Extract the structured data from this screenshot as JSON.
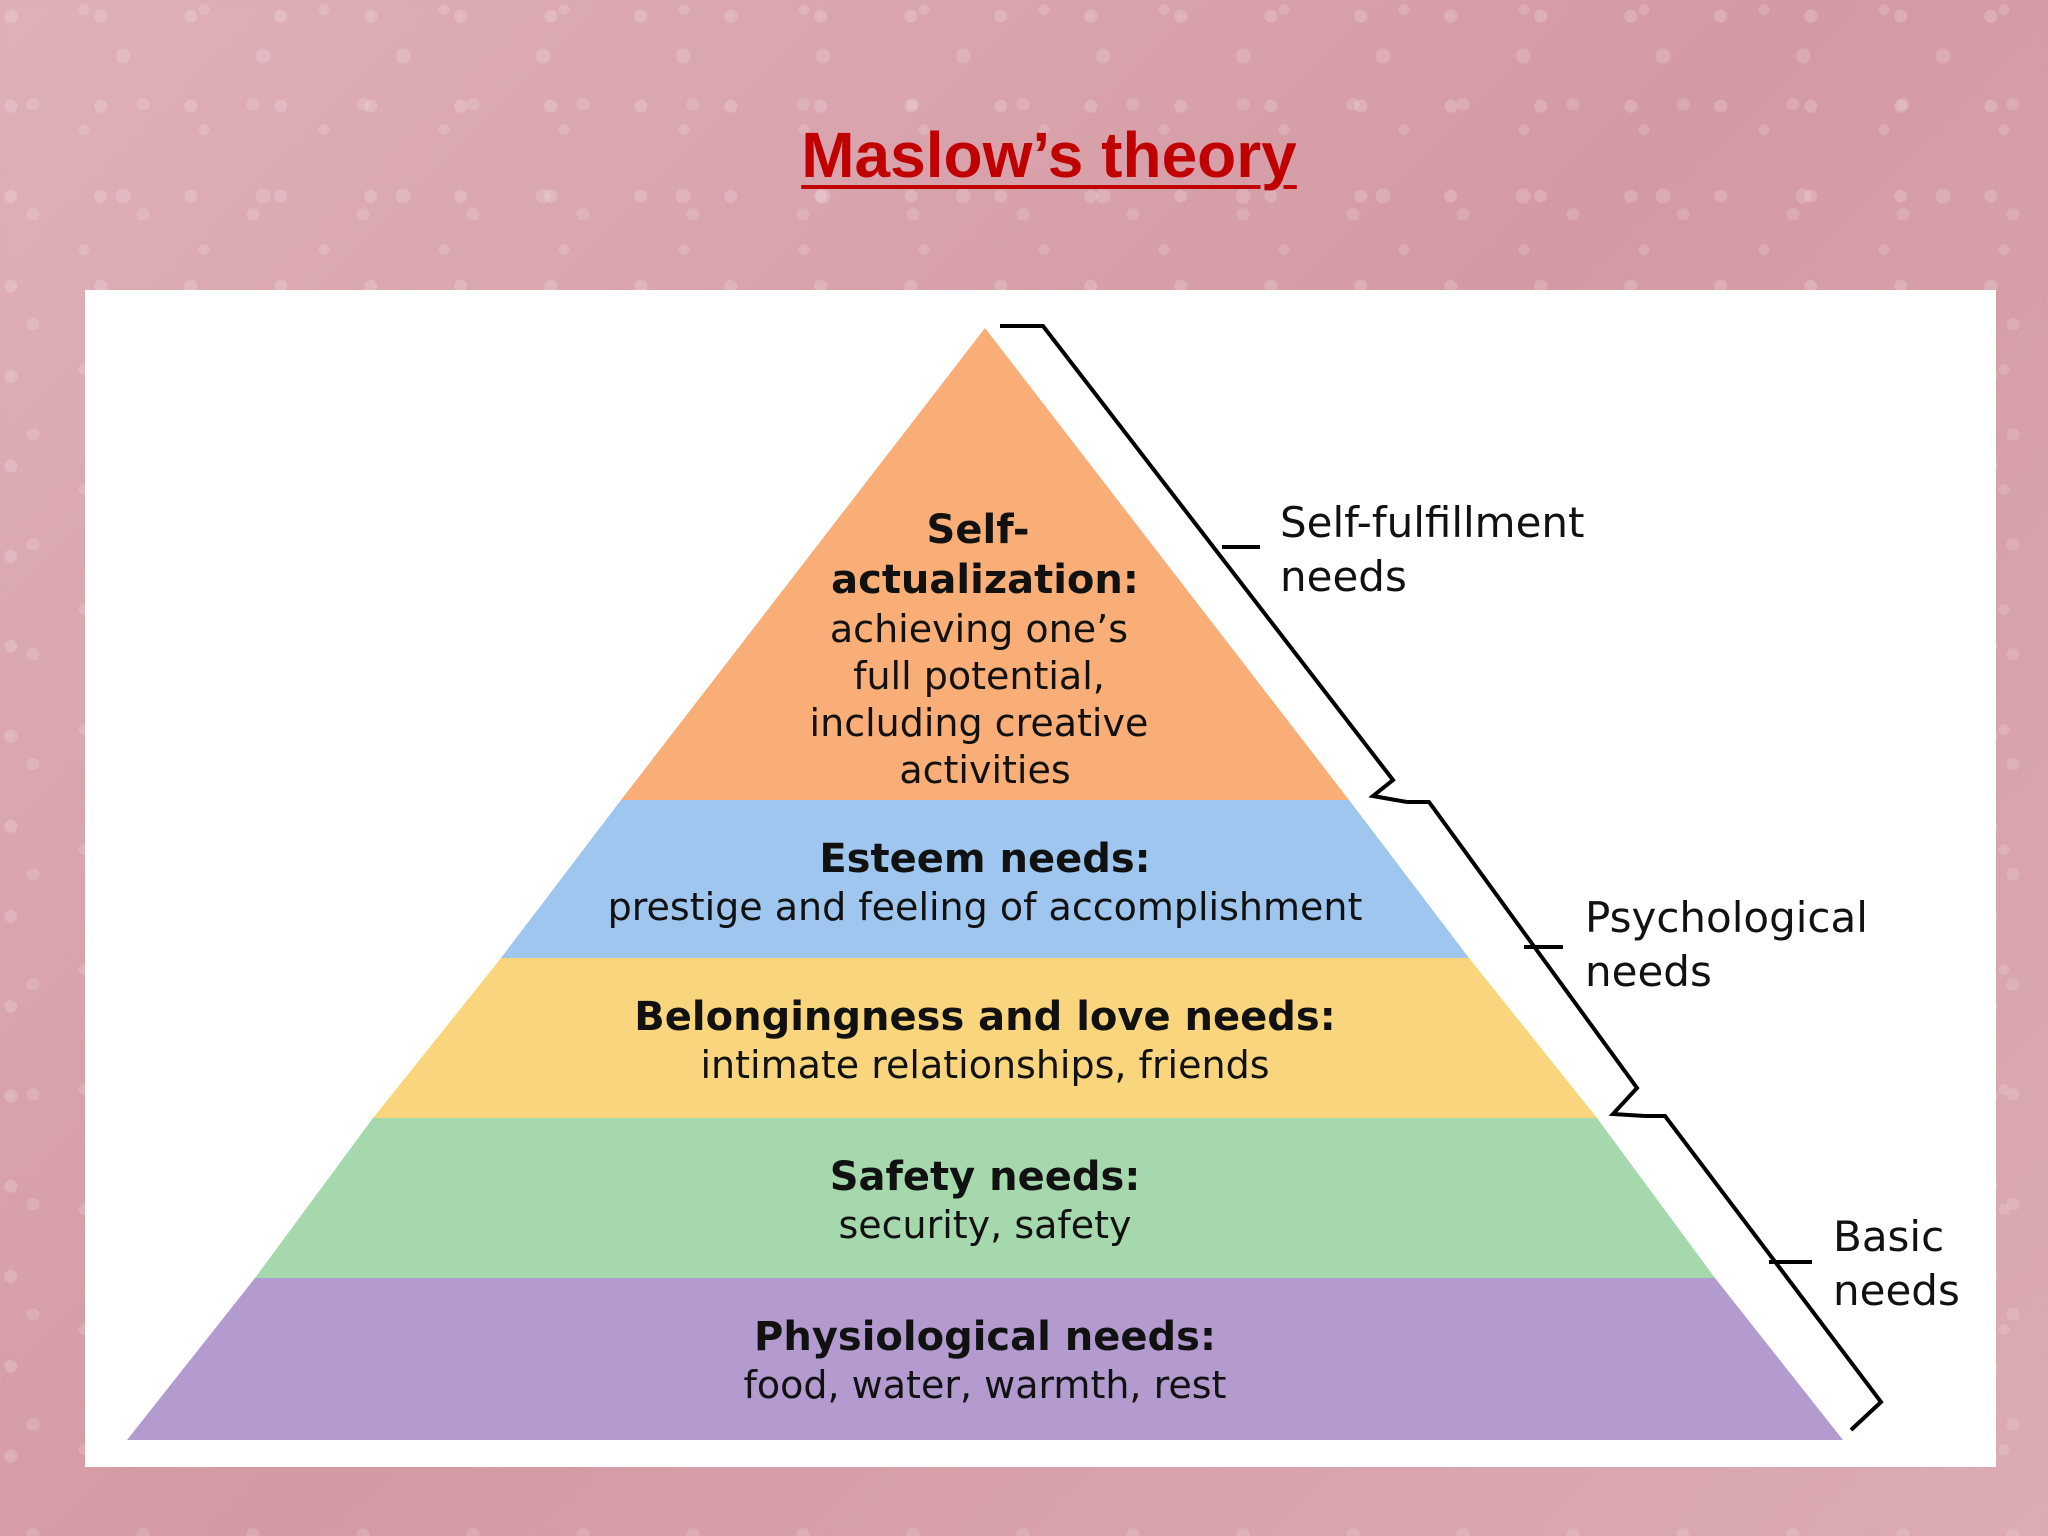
{
  "title": "Maslow’s theory",
  "colors": {
    "self_actualization": "#f8ae76",
    "esteem": "#9ec6ee",
    "belonging": "#f9d67e",
    "safety": "#a6d8ae",
    "physiological": "#b39bd0",
    "title": "#c00000"
  },
  "pyramid": {
    "self_actualization": {
      "heading_lines": [
        "Self-",
        "actualization:"
      ],
      "description_lines": [
        "achieving one’s",
        "full potential,",
        "including creative",
        "activities"
      ]
    },
    "esteem": {
      "heading": "Esteem needs:",
      "description": "prestige and feeling of accomplishment"
    },
    "belonging": {
      "heading": "Belongingness and love needs:",
      "description": "intimate relationships, friends"
    },
    "safety": {
      "heading": "Safety needs:",
      "description": "security, safety"
    },
    "physiological": {
      "heading": "Physiological needs:",
      "description": "food, water, warmth, rest"
    }
  },
  "groups": {
    "self_fulfillment": [
      "Self-fulfillment",
      "needs"
    ],
    "psychological": [
      "Psychological",
      "needs"
    ],
    "basic": [
      "Basic",
      "needs"
    ]
  }
}
